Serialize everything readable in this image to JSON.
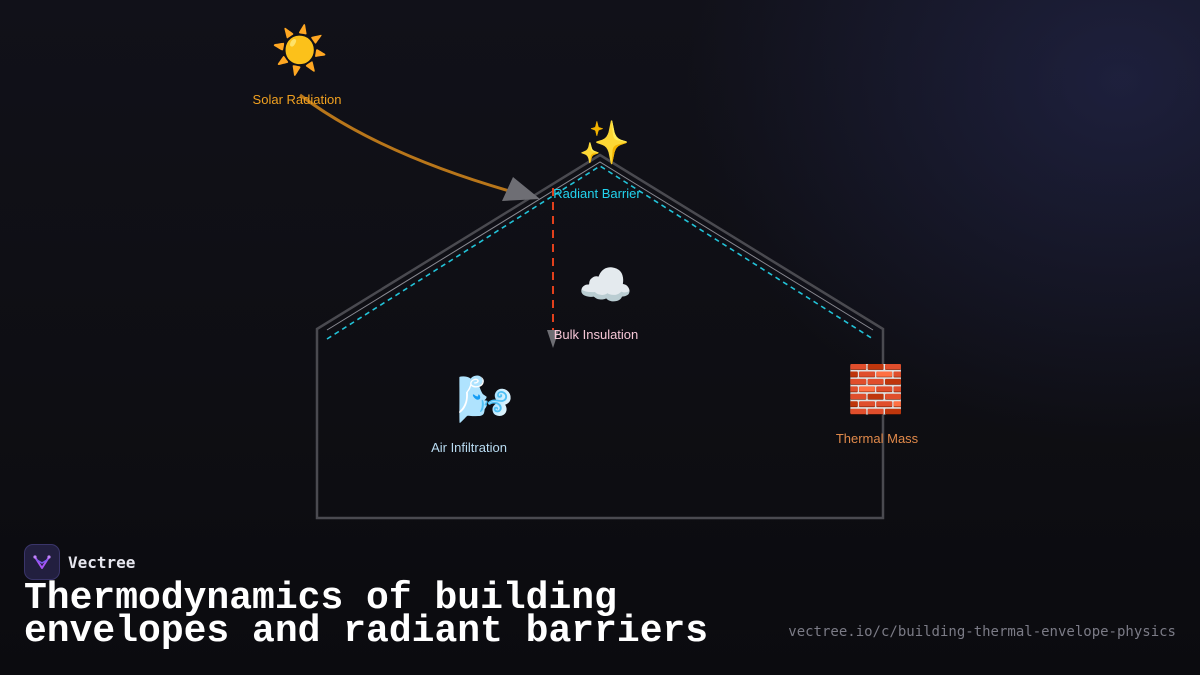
{
  "diagram": {
    "nodes": {
      "solar": {
        "icon": "sun-icon",
        "glyph": "☀️",
        "label": "Solar Radiation",
        "color": "#f0a020"
      },
      "radiant": {
        "icon": "sparkles-icon",
        "glyph": "✨",
        "label": "Radiant Barrier",
        "color": "#22d3ee"
      },
      "bulk": {
        "icon": "cloud-icon",
        "glyph": "☁️",
        "label": "Bulk Insulation",
        "color": "#f5c6d6"
      },
      "air": {
        "icon": "wind-icon",
        "glyph": "🌬️",
        "label": "Air Infiltration",
        "color": "#b9dcf2"
      },
      "thermal": {
        "icon": "brick-icon",
        "glyph": "🧱",
        "label": "Thermal Mass",
        "color": "#e0894a"
      }
    },
    "colors": {
      "house_outline": "#4a4a50",
      "inner_line": "#8a8a92",
      "radiant_line": "#22c3d8",
      "solar_arrow": "#b8761a",
      "heat_line": "#e2401c",
      "arrowhead": "#6e6e74"
    }
  },
  "footer": {
    "brand": "Vectree",
    "brand_icon": "vectree-logo-icon",
    "title": "Thermodynamics of building envelopes and radiant barriers",
    "url": "vectree.io/c/building-thermal-envelope-physics"
  }
}
